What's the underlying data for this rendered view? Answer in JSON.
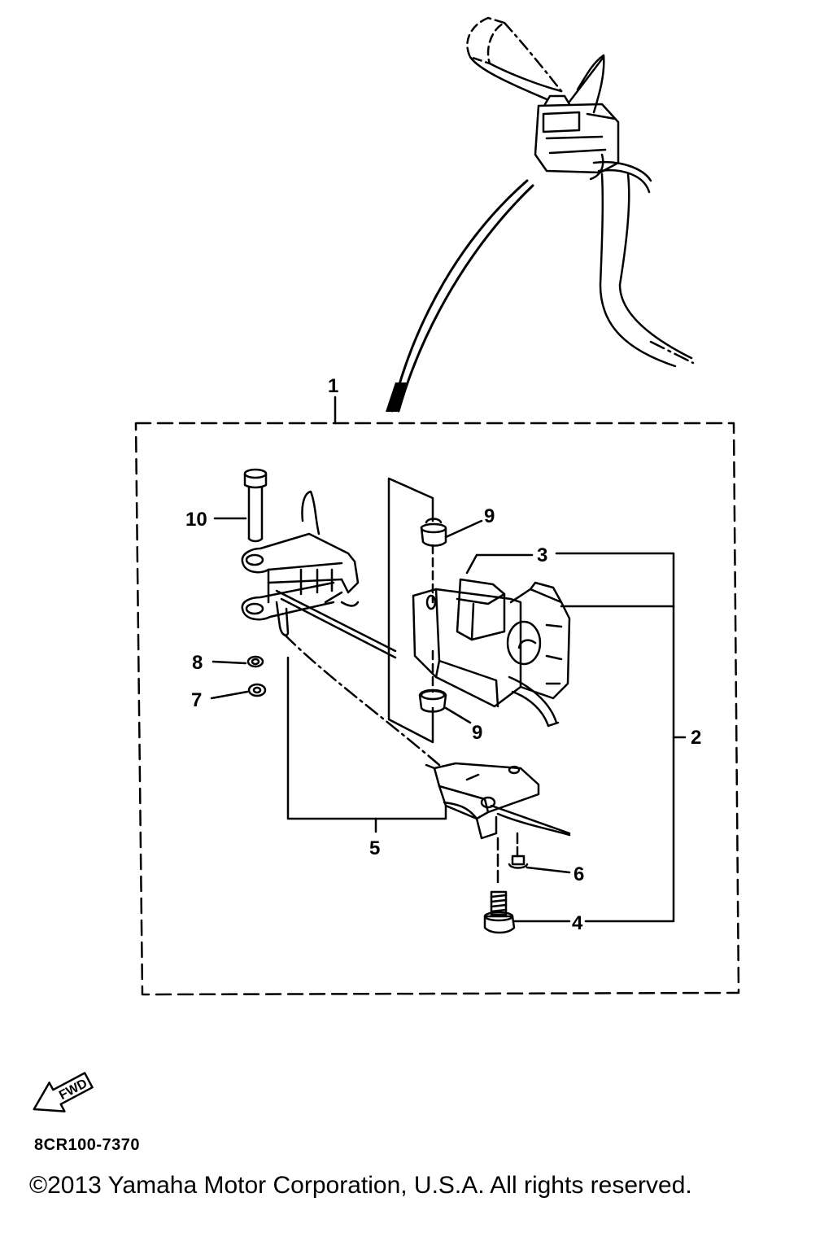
{
  "diagram": {
    "callouts": [
      {
        "id": "c1",
        "text": "1"
      },
      {
        "id": "c2",
        "text": "2"
      },
      {
        "id": "c3",
        "text": "3"
      },
      {
        "id": "c4",
        "text": "4"
      },
      {
        "id": "c5",
        "text": "5"
      },
      {
        "id": "c6",
        "text": "6"
      },
      {
        "id": "c7",
        "text": "7"
      },
      {
        "id": "c8",
        "text": "8"
      },
      {
        "id": "c9a",
        "text": "9"
      },
      {
        "id": "c9b",
        "text": "9"
      },
      {
        "id": "c10",
        "text": "10"
      }
    ],
    "fwd_label": "FWD",
    "part_code": "8CR100-7370"
  },
  "footer": {
    "copyright": "©2013 Yamaha Motor Corporation, U.S.A. All rights reserved."
  }
}
